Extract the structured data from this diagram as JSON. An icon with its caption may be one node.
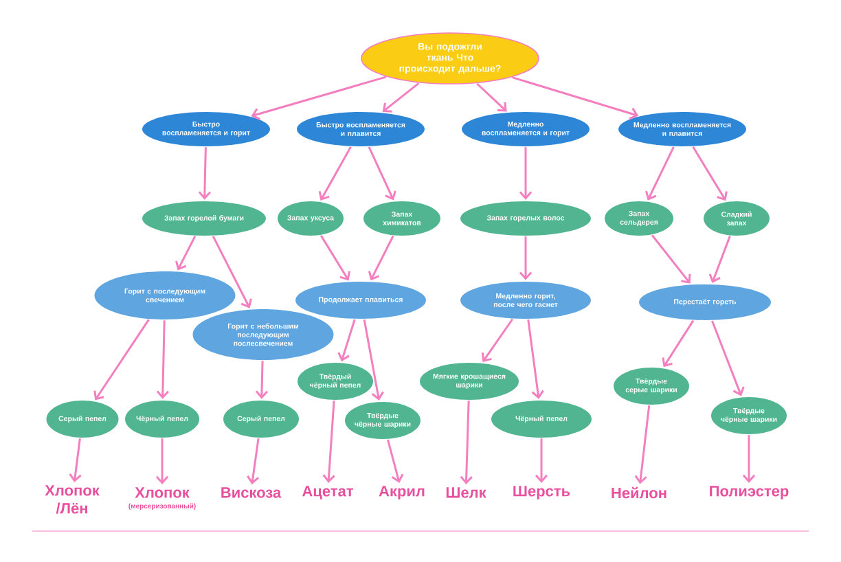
{
  "diagram": {
    "nodes": [
      {
        "text": [
          "Вы подожгли ткань Что происходит дальше?"
        ]
      },
      {
        "text": [
          "Быстро воспламеняется и горит"
        ]
      },
      {
        "text": [
          "Быстро воспламеняется и плавится"
        ]
      },
      {
        "text": [
          "Медленно воспламеняется и горит"
        ]
      },
      {
        "text": [
          "Медленно воспламеняется и плавится"
        ]
      },
      {
        "text": [
          "Запах горелой бумаги"
        ]
      },
      {
        "text": [
          "Запах уксуса"
        ]
      },
      {
        "text": [
          "Запах химикатов"
        ]
      },
      {
        "text": [
          "Запах горелых волос"
        ]
      },
      {
        "text": [
          "Запах сельдерея"
        ]
      },
      {
        "text": [
          "Сладкий запах"
        ]
      },
      {
        "text": [
          "Горит с последующим свечением"
        ]
      },
      {
        "text": [
          "Горит с небольшим последующим послесвечением"
        ]
      },
      {
        "text": [
          "Продолжает плавиться"
        ]
      },
      {
        "text": [
          "Медленно горит, после чего гаснет"
        ]
      },
      {
        "text": [
          "Перестаёт гореть"
        ]
      },
      {
        "text": [
          "Серый пепел"
        ]
      },
      {
        "text": [
          "Чёрный пепел"
        ]
      },
      {
        "text": [
          "Серый пепел"
        ]
      },
      {
        "text": [
          "Твёрдый чёрный пепел"
        ]
      },
      {
        "text": [
          "Твёрдые чёрные шарики"
        ]
      },
      {
        "text": [
          "Мягкие крошащиеся шарики"
        ]
      },
      {
        "text": [
          "Чёрный пепел"
        ]
      },
      {
        "text": [
          "Твёрдые серые шарики"
        ]
      },
      {
        "text": [
          "Твёрдые чёрные шарики"
        ]
      },
      {
        "text": [
          "Хлопок /Лён"
        ]
      },
      {
        "text": [
          "Хлопок"
        ],
        "beside": [
          "(мерсеризованный)"
        ]
      },
      {
        "text": [
          "Вискоза"
        ]
      },
      {
        "text": [
          "Ацетат"
        ]
      },
      {
        "text": [
          "Акрил"
        ]
      },
      {
        "text": [
          "Шелк"
        ]
      },
      {
        "text": [
          "Шерсть"
        ]
      },
      {
        "text": [
          "Нейлон"
        ]
      },
      {
        "text": [
          "Полиэстер"
        ]
      }
    ],
    "edges": [
      {
        "from": 0,
        "to": 1,
        "arrow": "to"
      },
      {
        "from": 0,
        "to": 2,
        "arrow": "to"
      },
      {
        "from": 0,
        "to": 3,
        "arrow": "to"
      },
      {
        "from": 0,
        "to": 4,
        "arrow": "to"
      },
      {
        "from": 1,
        "to": 5,
        "arrow": "to"
      },
      {
        "from": 2,
        "to": 6,
        "arrow": "to"
      },
      {
        "from": 2,
        "to": 7,
        "arrow": "to"
      },
      {
        "from": 3,
        "to": 8,
        "arrow": "to"
      },
      {
        "from": 4,
        "to": 9,
        "arrow": "to"
      },
      {
        "from": 4,
        "to": 10,
        "arrow": "to"
      },
      {
        "from": 5,
        "to": 11,
        "arrow": "to"
      },
      {
        "from": 5,
        "to": 12,
        "arrow": "to"
      },
      {
        "from": 6,
        "to": 13,
        "arrow": "to"
      },
      {
        "from": 7,
        "to": 13,
        "arrow": "to"
      },
      {
        "from": 8,
        "to": 14,
        "arrow": "to"
      },
      {
        "from": 9,
        "to": 15,
        "arrow": "to"
      },
      {
        "from": 10,
        "to": 15,
        "arrow": "to"
      },
      {
        "from": 11,
        "to": 16,
        "arrow": "to"
      },
      {
        "from": 11,
        "to": 17,
        "arrow": "to"
      },
      {
        "from": 12,
        "to": 18,
        "arrow": "to"
      },
      {
        "from": 13,
        "to": 19,
        "arrow": "to"
      },
      {
        "from": 13,
        "to": 20,
        "arrow": "to"
      },
      {
        "from": 14,
        "to": 21,
        "arrow": "to"
      },
      {
        "from": 14,
        "to": 22,
        "arrow": "to"
      },
      {
        "from": 15,
        "to": 23,
        "arrow": "to"
      },
      {
        "from": 15,
        "to": 24,
        "arrow": "to"
      },
      {
        "from": 16,
        "to": 25,
        "arrow": "to"
      },
      {
        "from": 17,
        "to": 26,
        "arrow": "to"
      },
      {
        "from": 18,
        "to": 27,
        "arrow": "to"
      },
      {
        "from": 19,
        "to": 28,
        "arrow": "to"
      },
      {
        "from": 20,
        "to": 29,
        "arrow": "to"
      },
      {
        "from": 21,
        "to": 30,
        "arrow": "to"
      },
      {
        "from": 22,
        "to": 31,
        "arrow": "to"
      },
      {
        "from": 23,
        "to": 32,
        "arrow": "to"
      },
      {
        "from": 24,
        "to": 33,
        "arrow": "to"
      }
    ]
  }
}
